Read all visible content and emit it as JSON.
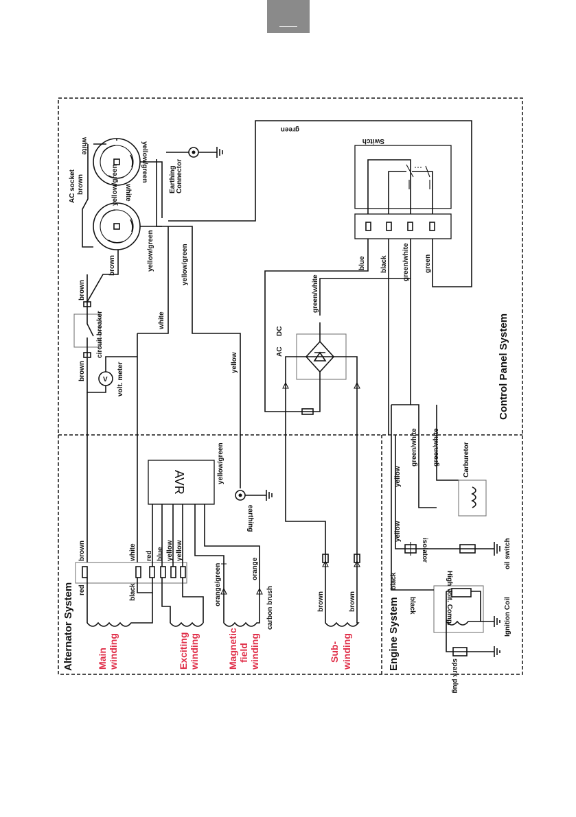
{
  "systems": {
    "alternator": "Alternator System",
    "engine": "Engine System",
    "control_panel": "Control Panel System"
  },
  "windings": {
    "main": [
      "Main",
      "winding"
    ],
    "exciting": [
      "Exciting",
      "winding"
    ],
    "magnetic": [
      "Magnetic",
      "field",
      "winding"
    ],
    "sub": [
      "Sub-",
      "winding"
    ]
  },
  "components": {
    "avr": "AVR",
    "ac_socket": "AC socket",
    "earthing_connector": [
      "Earthing",
      "Connector"
    ],
    "earthing": "earthing",
    "circuit_breaker": "circuit breaker",
    "volt_meter": "volt. meter",
    "volt_symbol": "V",
    "switch": "Switch",
    "ac_dc": [
      "AC",
      "DC"
    ],
    "carburetor": "Carburetor",
    "isolator": "isolator",
    "oil_switch": "oil switch",
    "ignition_coil": "Ignition Coil",
    "high_volt_comp": "High Volt. Comp.",
    "spark_plug": "spark plug",
    "carbon_brush": "carbon brush"
  },
  "wire_labels": {
    "white": "white",
    "yellow_green": "yellow/green",
    "brown": "brown",
    "green": "green",
    "yellow": "yellow",
    "green_white": "green/white",
    "blue": "blue",
    "black": "black",
    "red": "red",
    "orange": "orange",
    "orange_green": "orange/green"
  }
}
